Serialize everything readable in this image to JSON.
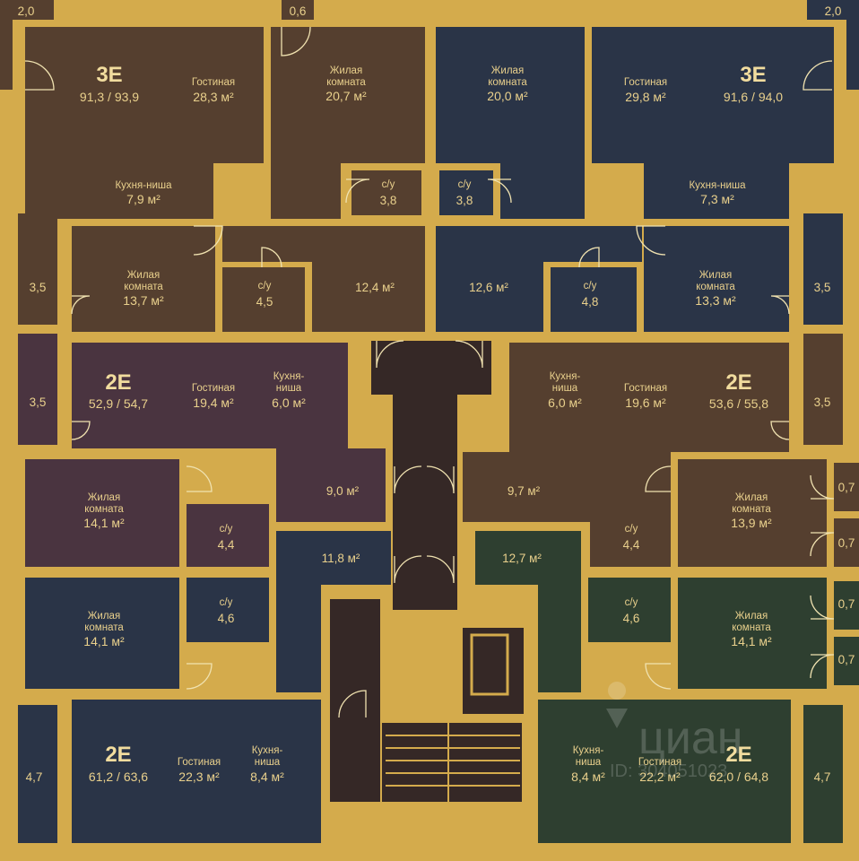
{
  "colors": {
    "wall": "#d4ab4c",
    "brown": "#553f2f",
    "navy": "#2a3447",
    "plum": "#4a3440",
    "green": "#2e3f30",
    "core": "#352826",
    "text": "#e9d08c"
  },
  "watermark": {
    "brand": "циан",
    "id_text": "ID: 304051023",
    "icon": "pin-icon"
  },
  "units": {
    "u3e_left": {
      "code": "3Е",
      "area": "91,3 / 93,9"
    },
    "u3e_right": {
      "code": "3Е",
      "area": "91,6 / 94,0"
    },
    "u2e_ml": {
      "code": "2Е",
      "area": "52,9 / 54,7"
    },
    "u2e_mr": {
      "code": "2Е",
      "area": "53,6 / 55,8"
    },
    "u2e_bl": {
      "code": "2Е",
      "area": "61,2 / 63,6"
    },
    "u2e_br": {
      "code": "2Е",
      "area": "62,0 / 64,8"
    }
  },
  "rooms": {
    "r_tl_living": {
      "l1": "Гостиная",
      "a": "28,3 м²"
    },
    "r_tl_kitchen": {
      "l1": "Кухня-ниша",
      "a": "7,9 м²"
    },
    "r_tl_bed_top": {
      "l1": "Жилая",
      "l2": "комната",
      "a": "20,7 м²"
    },
    "r_tl_bed_low": {
      "l1": "Жилая",
      "l2": "комната",
      "a": "13,7 м²"
    },
    "r_tl_bath1": {
      "l1": "с/у",
      "a": "3,8"
    },
    "r_tl_bath2": {
      "l1": "с/у",
      "a": "4,5"
    },
    "r_tl_hall": {
      "a": "12,4 м²"
    },
    "r_tr_bed_top": {
      "l1": "Жилая",
      "l2": "комната",
      "a": "20,0 м²"
    },
    "r_tr_living": {
      "l1": "Гостиная",
      "a": "29,8 м²"
    },
    "r_tr_kitchen": {
      "l1": "Кухня-ниша",
      "a": "7,3 м²"
    },
    "r_tr_bed_low": {
      "l1": "Жилая",
      "l2": "комната",
      "a": "13,3 м²"
    },
    "r_tr_bath1": {
      "l1": "с/у",
      "a": "3,8"
    },
    "r_tr_bath2": {
      "l1": "с/у",
      "a": "4,8"
    },
    "r_tr_hall": {
      "a": "12,6 м²"
    },
    "r_ml_living": {
      "l1": "Гостиная",
      "a": "19,4 м²"
    },
    "r_ml_kitchen": {
      "l1": "Кухня-",
      "l2": "ниша",
      "a": "6,0 м²"
    },
    "r_ml_hall": {
      "a": "9,0 м²"
    },
    "r_ml_bed": {
      "l1": "Жилая",
      "l2": "комната",
      "a": "14,1 м²"
    },
    "r_ml_bath": {
      "l1": "с/у",
      "a": "4,4"
    },
    "r_mr_kitchen": {
      "l1": "Кухня-",
      "l2": "ниша",
      "a": "6,0 м²"
    },
    "r_mr_living": {
      "l1": "Гостиная",
      "a": "19,6 м²"
    },
    "r_mr_hall": {
      "a": "9,7 м²"
    },
    "r_mr_bed": {
      "l1": "Жилая",
      "l2": "комната",
      "a": "13,9 м²"
    },
    "r_mr_bath": {
      "l1": "с/у",
      "a": "4,4"
    },
    "r_bl_hall": {
      "a": "11,8 м²"
    },
    "r_bl_bed": {
      "l1": "Жилая",
      "l2": "комната",
      "a": "14,1 м²"
    },
    "r_bl_bath": {
      "l1": "с/у",
      "a": "4,6"
    },
    "r_bl_living": {
      "l1": "Гостиная",
      "a": "22,3 м²"
    },
    "r_bl_kitchen": {
      "l1": "Кухня-",
      "l2": "ниша",
      "a": "8,4 м²"
    },
    "r_br_hall": {
      "a": "12,7 м²"
    },
    "r_br_bath": {
      "l1": "с/у",
      "a": "4,6"
    },
    "r_br_bed": {
      "l1": "Жилая",
      "l2": "комната",
      "a": "14,1 м²"
    },
    "r_br_kitchen": {
      "l1": "Кухня-",
      "l2": "ниша",
      "a": "8,4 м²"
    },
    "r_br_living": {
      "l1": "Гостиная",
      "a": "22,2 м²"
    }
  },
  "balconies": {
    "b_tl": "2,0",
    "b_tc": "0,6",
    "b_tr": "2,0",
    "b_l1": "3,5",
    "b_r1": "3,5",
    "b_l2": "3,5",
    "b_r2": "3,5",
    "b_r3": "0,7",
    "b_r4": "0,7",
    "b_r5": "0,7",
    "b_r6": "0,7",
    "b_l3": "4,7",
    "b_r7": "4,7"
  }
}
